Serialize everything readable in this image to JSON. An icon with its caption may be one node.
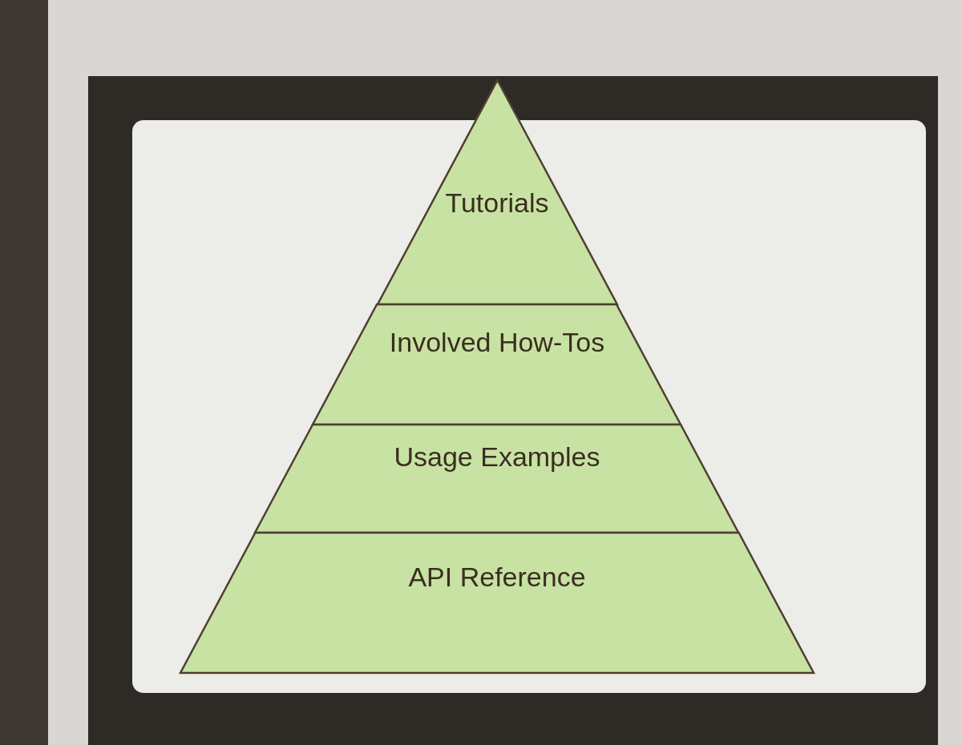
{
  "diagram": {
    "nodes": [
      {
        "text": [
          "Tutorials"
        ]
      },
      {
        "text": [
          "Involved How-Tos"
        ]
      },
      {
        "text": [
          "Usage Examples"
        ]
      },
      {
        "text": [
          "API Reference"
        ]
      }
    ]
  }
}
